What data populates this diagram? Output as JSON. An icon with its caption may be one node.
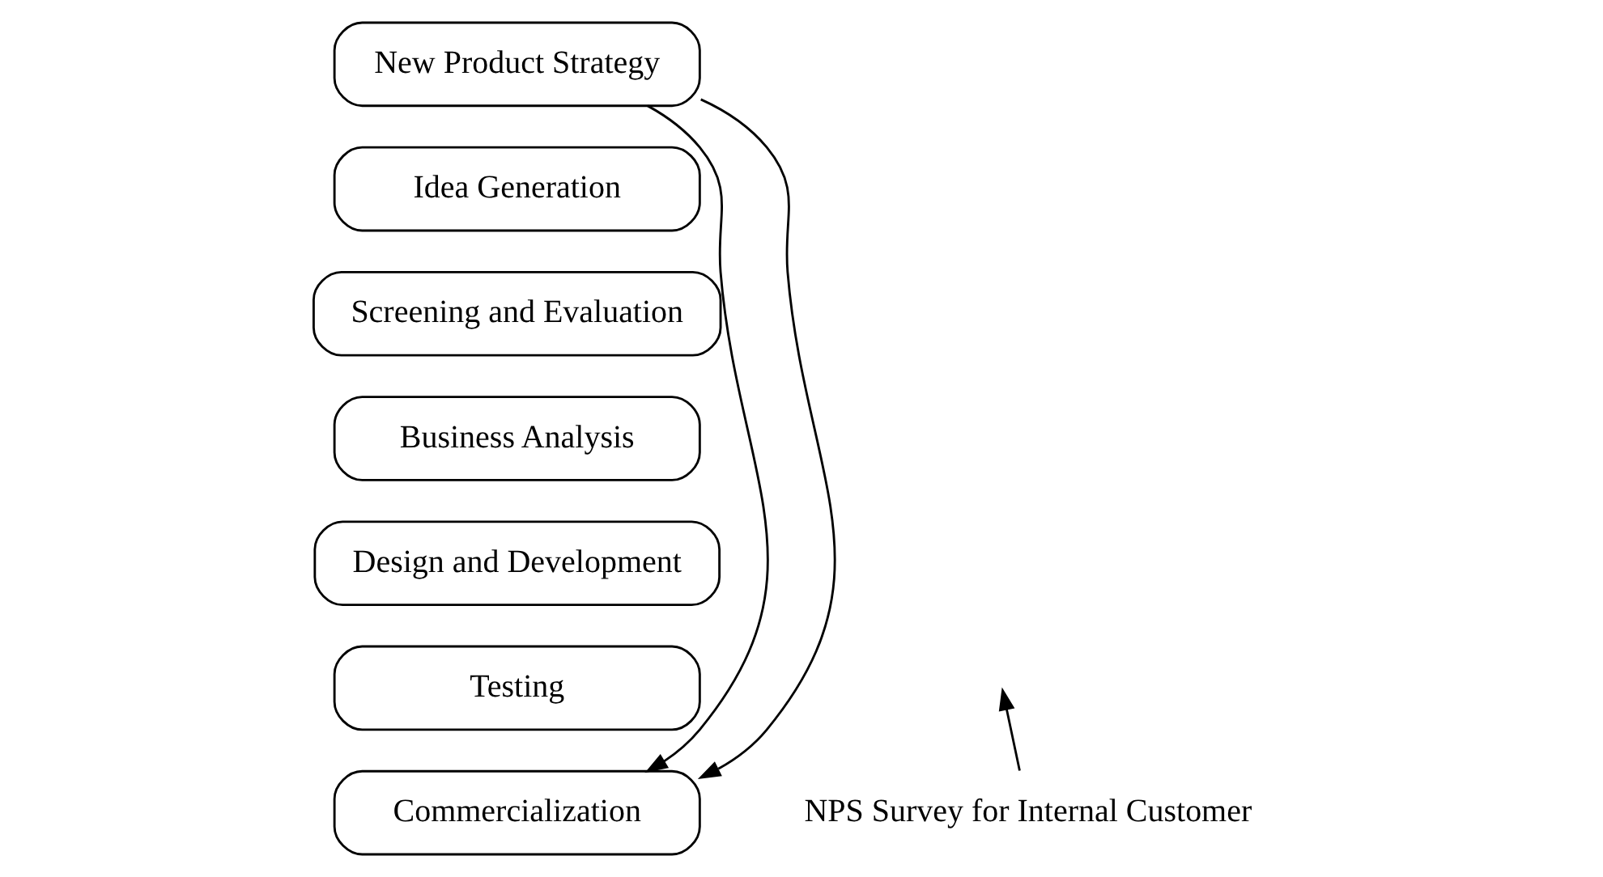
{
  "diagram": {
    "nodes": [
      {
        "text": [
          "New Product Strategy"
        ]
      },
      {
        "text": [
          "Idea Generation"
        ]
      },
      {
        "text": [
          "Screening and Evaluation"
        ]
      },
      {
        "text": [
          "Business Analysis"
        ]
      },
      {
        "text": [
          "Design and Development"
        ]
      },
      {
        "text": [
          "Testing"
        ]
      },
      {
        "text": [
          "Commercialization"
        ]
      },
      {
        "text": [
          "NPS Survey for Internal Customer"
        ]
      }
    ],
    "edges": [
      {
        "from": 0,
        "to": 6,
        "arrow": "to"
      },
      {
        "from": 0,
        "to": 6,
        "arrow": "to"
      },
      {
        "from": 7,
        "to": null,
        "arrow": "to"
      }
    ]
  }
}
